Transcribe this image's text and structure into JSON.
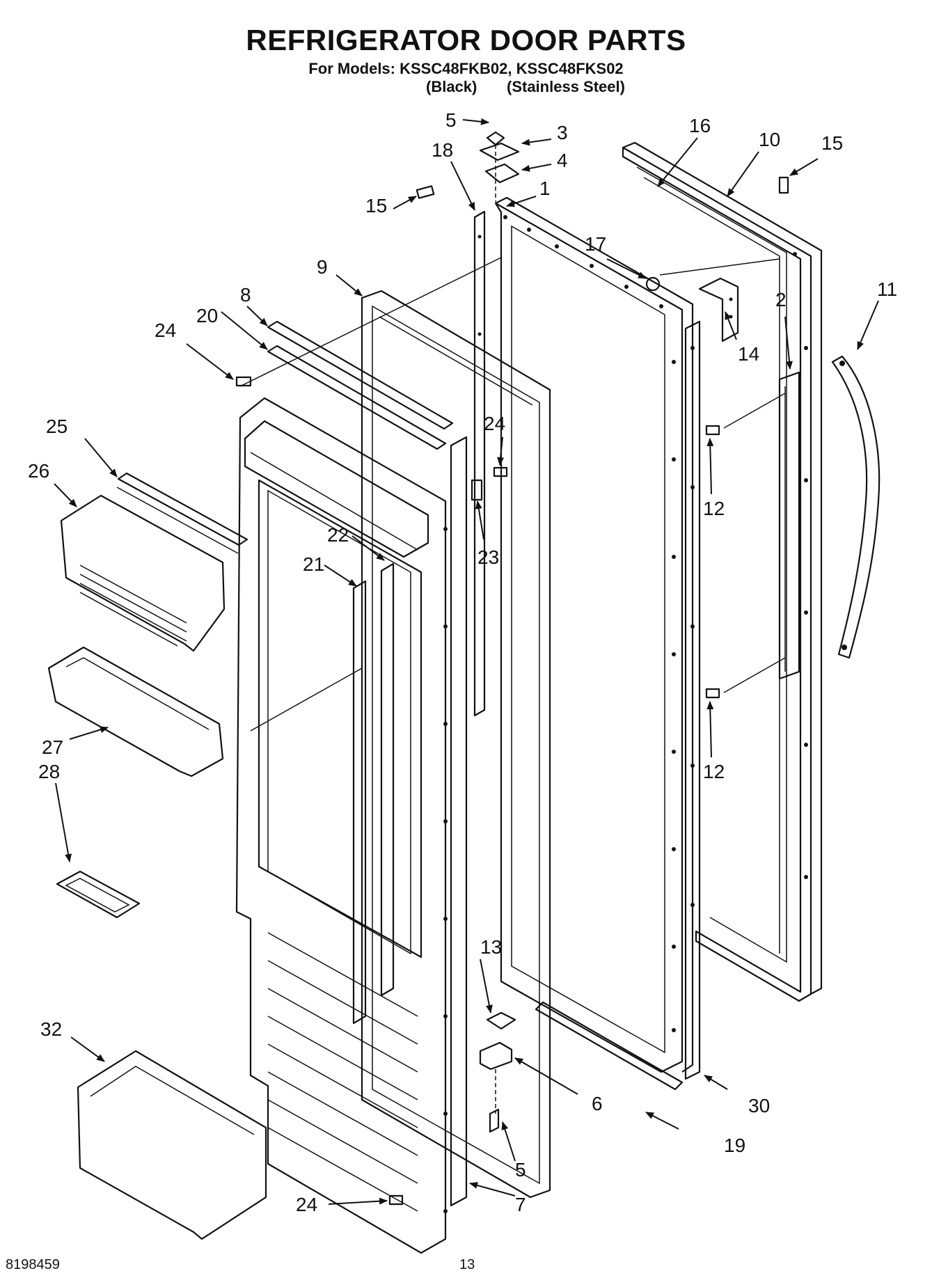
{
  "header": {
    "title": "REFRIGERATOR DOOR PARTS",
    "models_line": "For Models: KSSC48FKB02, KSSC48FKS02",
    "variant_black": "(Black)",
    "variant_stainless": "(Stainless Steel)"
  },
  "callouts": {
    "c1": "1",
    "c2": "2",
    "c3": "3",
    "c4": "4",
    "c5a": "5",
    "c5b": "5",
    "c6": "6",
    "c7": "7",
    "c8": "8",
    "c9": "9",
    "c10": "10",
    "c11": "11",
    "c12a": "12",
    "c12b": "12",
    "c13": "13",
    "c14": "14",
    "c15a": "15",
    "c15b": "15",
    "c16": "16",
    "c17": "17",
    "c18": "18",
    "c19": "19",
    "c20": "20",
    "c21": "21",
    "c22": "22",
    "c23": "23",
    "c24a": "24",
    "c24b": "24",
    "c24c": "24",
    "c25": "25",
    "c26": "26",
    "c27": "27",
    "c28": "28",
    "c30": "30",
    "c32": "32"
  },
  "footer": {
    "doc_id": "8198459",
    "page_number": "13"
  }
}
